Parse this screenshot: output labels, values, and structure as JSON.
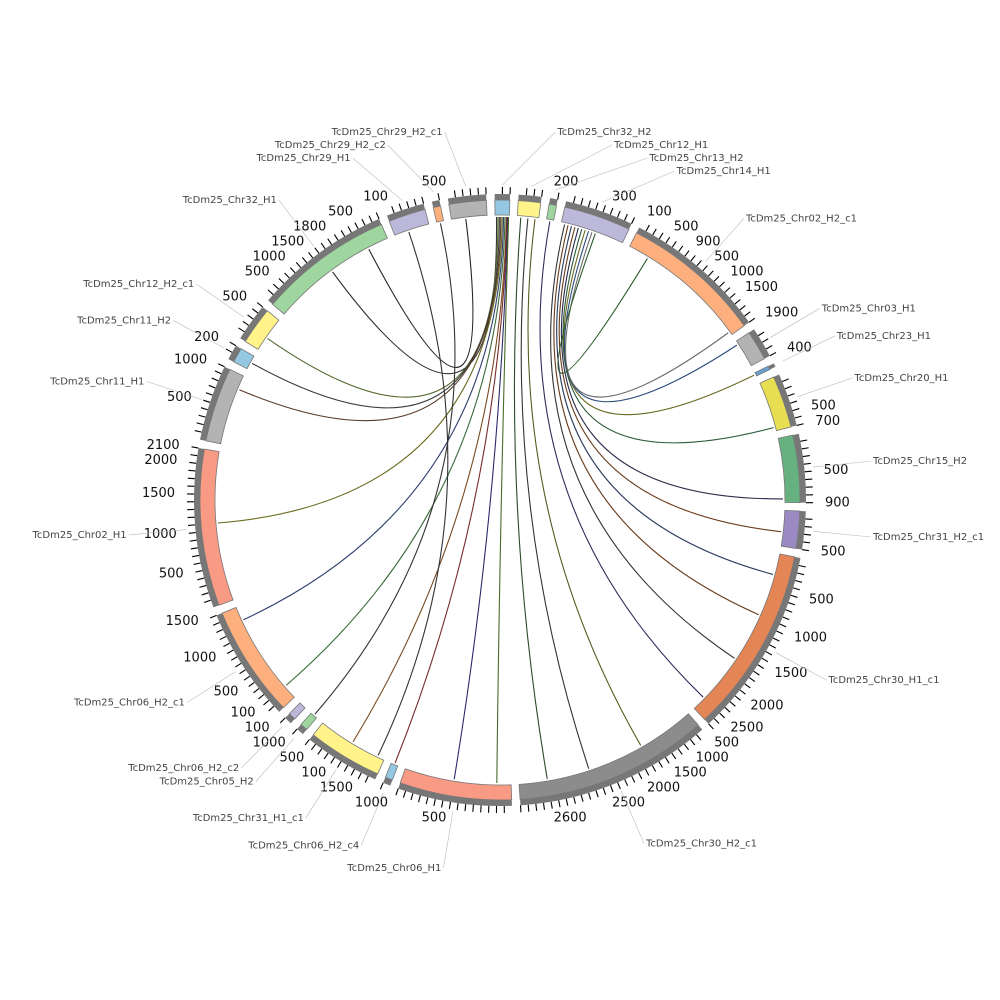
{
  "chart_data": {
    "type": "chord",
    "title": "",
    "tick_step": 100,
    "segments": [
      {
        "name": "TcDm25_Chr32_H2",
        "length": 200,
        "color": "#94c7e2"
      },
      {
        "name": "TcDm25_Chr12_H1",
        "length": 300,
        "color": "#fff38a"
      },
      {
        "name": "TcDm25_Chr13_H2",
        "length": 100,
        "color": "#9fd6a0"
      },
      {
        "name": "TcDm25_Chr14_H1",
        "length": 900,
        "color": "#bcb8da"
      },
      {
        "name": "TcDm25_Chr02_H2_c1",
        "length": 1900,
        "color": "#fdb07e"
      },
      {
        "name": "TcDm25_Chr03_H1",
        "length": 400,
        "color": "#b3b3b3"
      },
      {
        "name": "TcDm25_Chr23_H1",
        "length": 50,
        "color": "#6a9fd0"
      },
      {
        "name": "TcDm25_Chr20_H1",
        "length": 700,
        "color": "#e8de52"
      },
      {
        "name": "TcDm25_Chr15_H2",
        "length": 900,
        "color": "#66b17f"
      },
      {
        "name": "TcDm25_Chr31_H2_c1",
        "length": 500,
        "color": "#9a89c3"
      },
      {
        "name": "TcDm25_Chr30_H1_c1",
        "length": 2500,
        "color": "#e48555"
      },
      {
        "name": "TcDm25_Chr30_H2_c1",
        "length": 2600,
        "color": "#8c8c8c"
      },
      {
        "name": "TcDm25_Chr06_H1",
        "length": 1500,
        "color": "#f99a84"
      },
      {
        "name": "TcDm25_Chr06_H2_c4",
        "length": 100,
        "color": "#94c7e2"
      },
      {
        "name": "TcDm25_Chr31_H1_c1",
        "length": 1000,
        "color": "#fff38a"
      },
      {
        "name": "TcDm25_Chr05_H2",
        "length": 100,
        "color": "#9fd6a0"
      },
      {
        "name": "TcDm25_Chr06_H2_c2",
        "length": 100,
        "color": "#bcb8da"
      },
      {
        "name": "TcDm25_Chr06_H2_c1",
        "length": 1500,
        "color": "#fdb07e"
      },
      {
        "name": "TcDm25_Chr02_H1",
        "length": 2100,
        "color": "#f99a84"
      },
      {
        "name": "TcDm25_Chr11_H1",
        "length": 1000,
        "color": "#b3b3b3"
      },
      {
        "name": "TcDm25_Chr11_H2",
        "length": 200,
        "color": "#94c7e2"
      },
      {
        "name": "TcDm25_Chr12_H2_c1",
        "length": 500,
        "color": "#fff38a"
      },
      {
        "name": "TcDm25_Chr32_H1",
        "length": 1800,
        "color": "#9fd6a0"
      },
      {
        "name": "TcDm25_Chr29_H1",
        "length": 500,
        "color": "#bcb8da"
      },
      {
        "name": "TcDm25_Chr29_H2_c2",
        "length": 100,
        "color": "#fdb07e"
      },
      {
        "name": "TcDm25_Chr29_H2_c1",
        "length": 500,
        "color": "#b3b3b3"
      }
    ],
    "links": [
      {
        "a": [
          0,
          20
        ],
        "b": [
          22,
          900
        ],
        "color": "#333333"
      },
      {
        "a": [
          0,
          40
        ],
        "b": [
          21,
          200
        ],
        "color": "#556b2f"
      },
      {
        "a": [
          0,
          60
        ],
        "b": [
          20,
          100
        ],
        "color": "#3a3a3a"
      },
      {
        "a": [
          0,
          80
        ],
        "b": [
          19,
          800
        ],
        "color": "#5a3a2a"
      },
      {
        "a": [
          0,
          100
        ],
        "b": [
          18,
          1100
        ],
        "color": "#6b6b20"
      },
      {
        "a": [
          0,
          120
        ],
        "b": [
          17,
          1300
        ],
        "color": "#2f3f6f"
      },
      {
        "a": [
          0,
          140
        ],
        "b": [
          17,
          200
        ],
        "color": "#3a6a3a"
      },
      {
        "a": [
          0,
          160
        ],
        "b": [
          14,
          500
        ],
        "color": "#7a4a20"
      },
      {
        "a": [
          0,
          170
        ],
        "b": [
          13,
          50
        ],
        "color": "#7a2a2a"
      },
      {
        "a": [
          0,
          180
        ],
        "b": [
          12,
          800
        ],
        "color": "#2a2a6a"
      },
      {
        "a": [
          0,
          190
        ],
        "b": [
          12,
          200
        ],
        "color": "#4a6a2a"
      },
      {
        "a": [
          1,
          50
        ],
        "b": [
          11,
          2200
        ],
        "color": "#2a4a2a"
      },
      {
        "a": [
          1,
          150
        ],
        "b": [
          11,
          1600
        ],
        "color": "#333333"
      },
      {
        "a": [
          1,
          250
        ],
        "b": [
          11,
          800
        ],
        "color": "#5a5a20"
      },
      {
        "a": [
          2,
          50
        ],
        "b": [
          10,
          2300
        ],
        "color": "#3a2a5a"
      },
      {
        "a": [
          3,
          50
        ],
        "b": [
          10,
          1600
        ],
        "color": "#333333"
      },
      {
        "a": [
          3,
          100
        ],
        "b": [
          10,
          900
        ],
        "color": "#6a3a1a"
      },
      {
        "a": [
          3,
          150
        ],
        "b": [
          10,
          300
        ],
        "color": "#2a3a5a"
      },
      {
        "a": [
          3,
          200
        ],
        "b": [
          9,
          300
        ],
        "color": "#6a3a1a"
      },
      {
        "a": [
          3,
          250
        ],
        "b": [
          8,
          850
        ],
        "color": "#2a2a4a"
      },
      {
        "a": [
          3,
          300
        ],
        "b": [
          7,
          650
        ],
        "color": "#2a5a3a"
      },
      {
        "a": [
          3,
          350
        ],
        "b": [
          6,
          25
        ],
        "color": "#6a6a20"
      },
      {
        "a": [
          3,
          400
        ],
        "b": [
          5,
          50
        ],
        "color": "#2a4a7a"
      },
      {
        "a": [
          3,
          450
        ],
        "b": [
          4,
          1850
        ],
        "color": "#6a6a6a"
      },
      {
        "a": [
          3,
          500
        ],
        "b": [
          4,
          300
        ],
        "color": "#2a5a2a"
      },
      {
        "a": [
          25,
          200
        ],
        "b": [
          22,
          1500
        ],
        "color": "#222222"
      },
      {
        "a": [
          24,
          50
        ],
        "b": [
          15,
          50
        ],
        "color": "#333333"
      },
      {
        "a": [
          23,
          200
        ],
        "b": [
          14,
          100
        ],
        "color": "#333333"
      }
    ]
  }
}
